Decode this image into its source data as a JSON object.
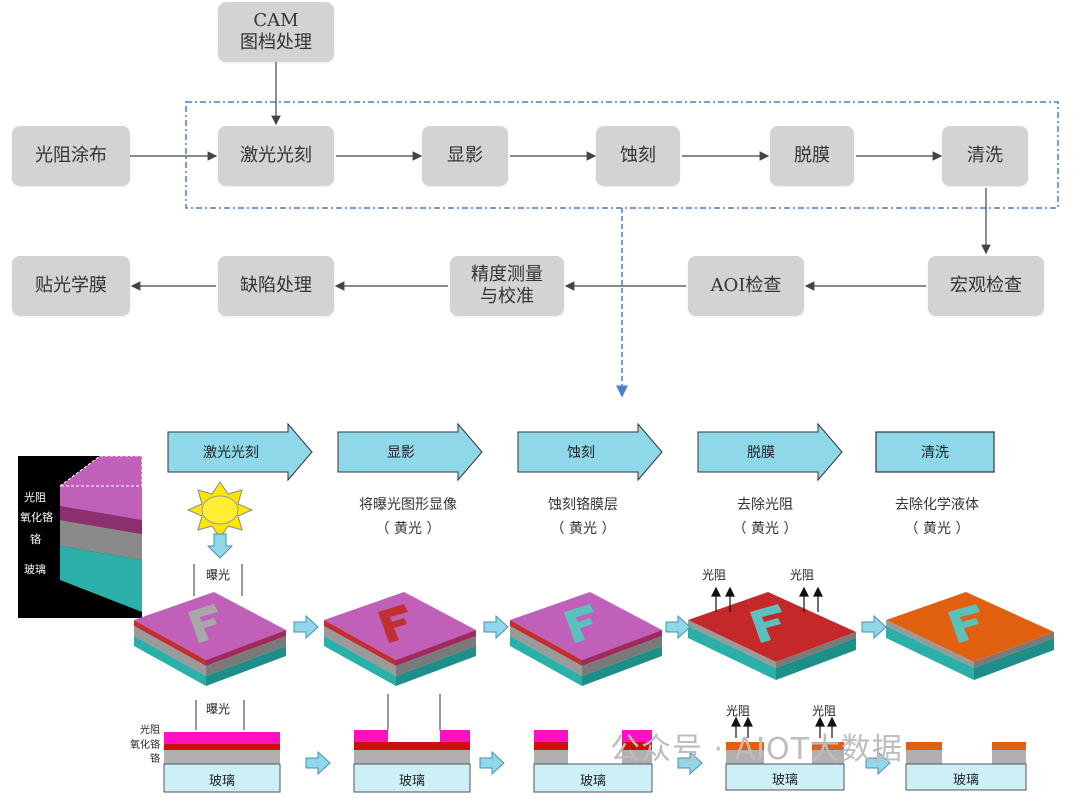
{
  "flow": {
    "cam": "CAM\n图档处理",
    "photoresist_coat": "光阻涂布",
    "laser_litho": "激光光刻",
    "develop": "显影",
    "etch": "蚀刻",
    "strip": "脱膜",
    "clean": "清洗",
    "macro_inspect": "宏观检查",
    "aoi_inspect": "AOI检查",
    "precision_measure": "精度测量\n与校准",
    "defect_process": "缺陷处理",
    "optical_film": "贴光学膜"
  },
  "steps": [
    {
      "label": "激光光刻",
      "desc": "",
      "sub": ""
    },
    {
      "label": "显影",
      "desc": "将曝光图形显像",
      "sub": "（ 黄光 ）"
    },
    {
      "label": "蚀刻",
      "desc": "蚀刻铬膜层",
      "sub": "（ 黄光 ）"
    },
    {
      "label": "脱膜",
      "desc": "去除光阻",
      "sub": "（ 黄光 ）"
    },
    {
      "label": "清洗",
      "desc": "去除化学液体",
      "sub": "（ 黄光 ）"
    }
  ],
  "layers_legend": [
    "光阻",
    "氧化铬",
    "铬",
    "玻璃"
  ],
  "exposure_label": "曝光",
  "photoresist_label": "光阻",
  "section_layers": [
    "光阻",
    "氧化铬",
    "铬"
  ],
  "glass_label": "玻璃",
  "watermark": "公众号 · AIOT大数据",
  "colors": {
    "box_gray": "#d3d3d3",
    "banner_blue": "#8fd8ea",
    "photoresist": "#c060b8",
    "chrome_oxide": "#c03030",
    "chrome": "#9a9a9a",
    "glass": "#2ab0a8",
    "stripped": "#e06010",
    "dash_blue": "#4a7fd0"
  }
}
